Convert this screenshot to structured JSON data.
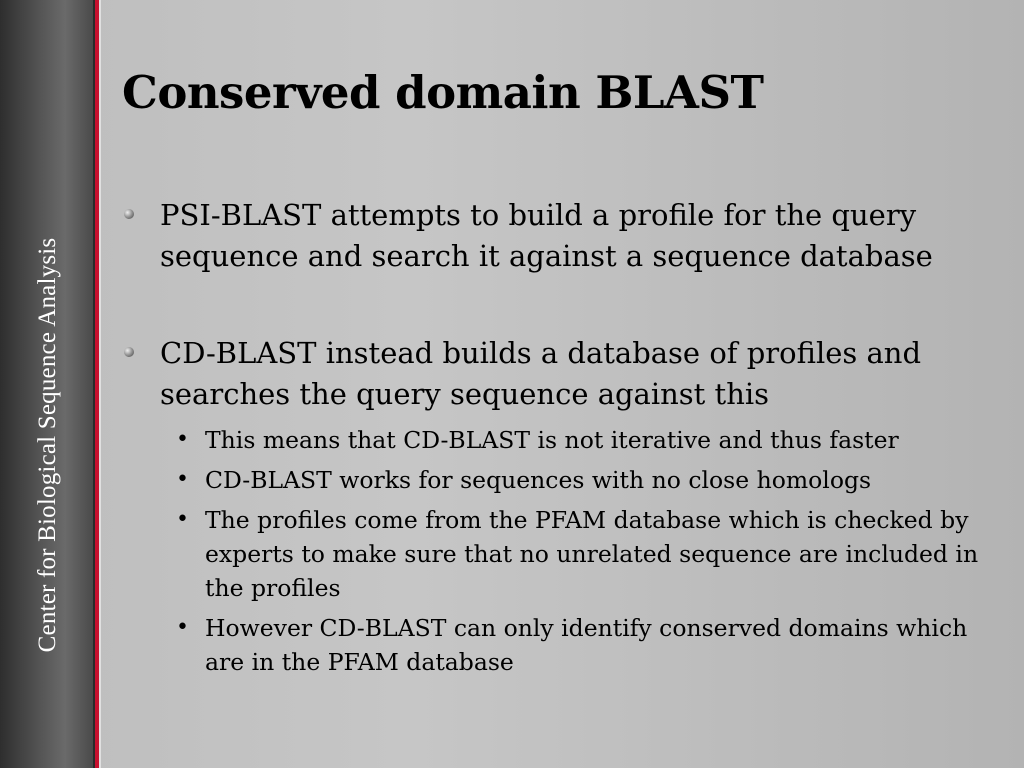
{
  "sidebar": {
    "label": "Center for Biological Sequence Analysis"
  },
  "title": "Conserved domain BLAST",
  "bullets": [
    {
      "text": "PSI-BLAST attempts to build a profile for the query sequence and search it against a sequence database"
    },
    {
      "text": "CD-BLAST instead builds a database of profiles and searches the query sequence against this",
      "subs": [
        "This means that CD-BLAST is not iterative and thus faster",
        "CD-BLAST works for sequences with no close homologs",
        "The profiles come from the PFAM database which is checked by experts to make sure that no unrelated sequence are included in the profiles",
        "However CD-BLAST can only identify conserved domains which are in the PFAM database"
      ]
    }
  ],
  "colors": {
    "accent_red": "#c8102e",
    "sidebar_dark": "#2e2e2e",
    "background": "#c0c0c0"
  }
}
